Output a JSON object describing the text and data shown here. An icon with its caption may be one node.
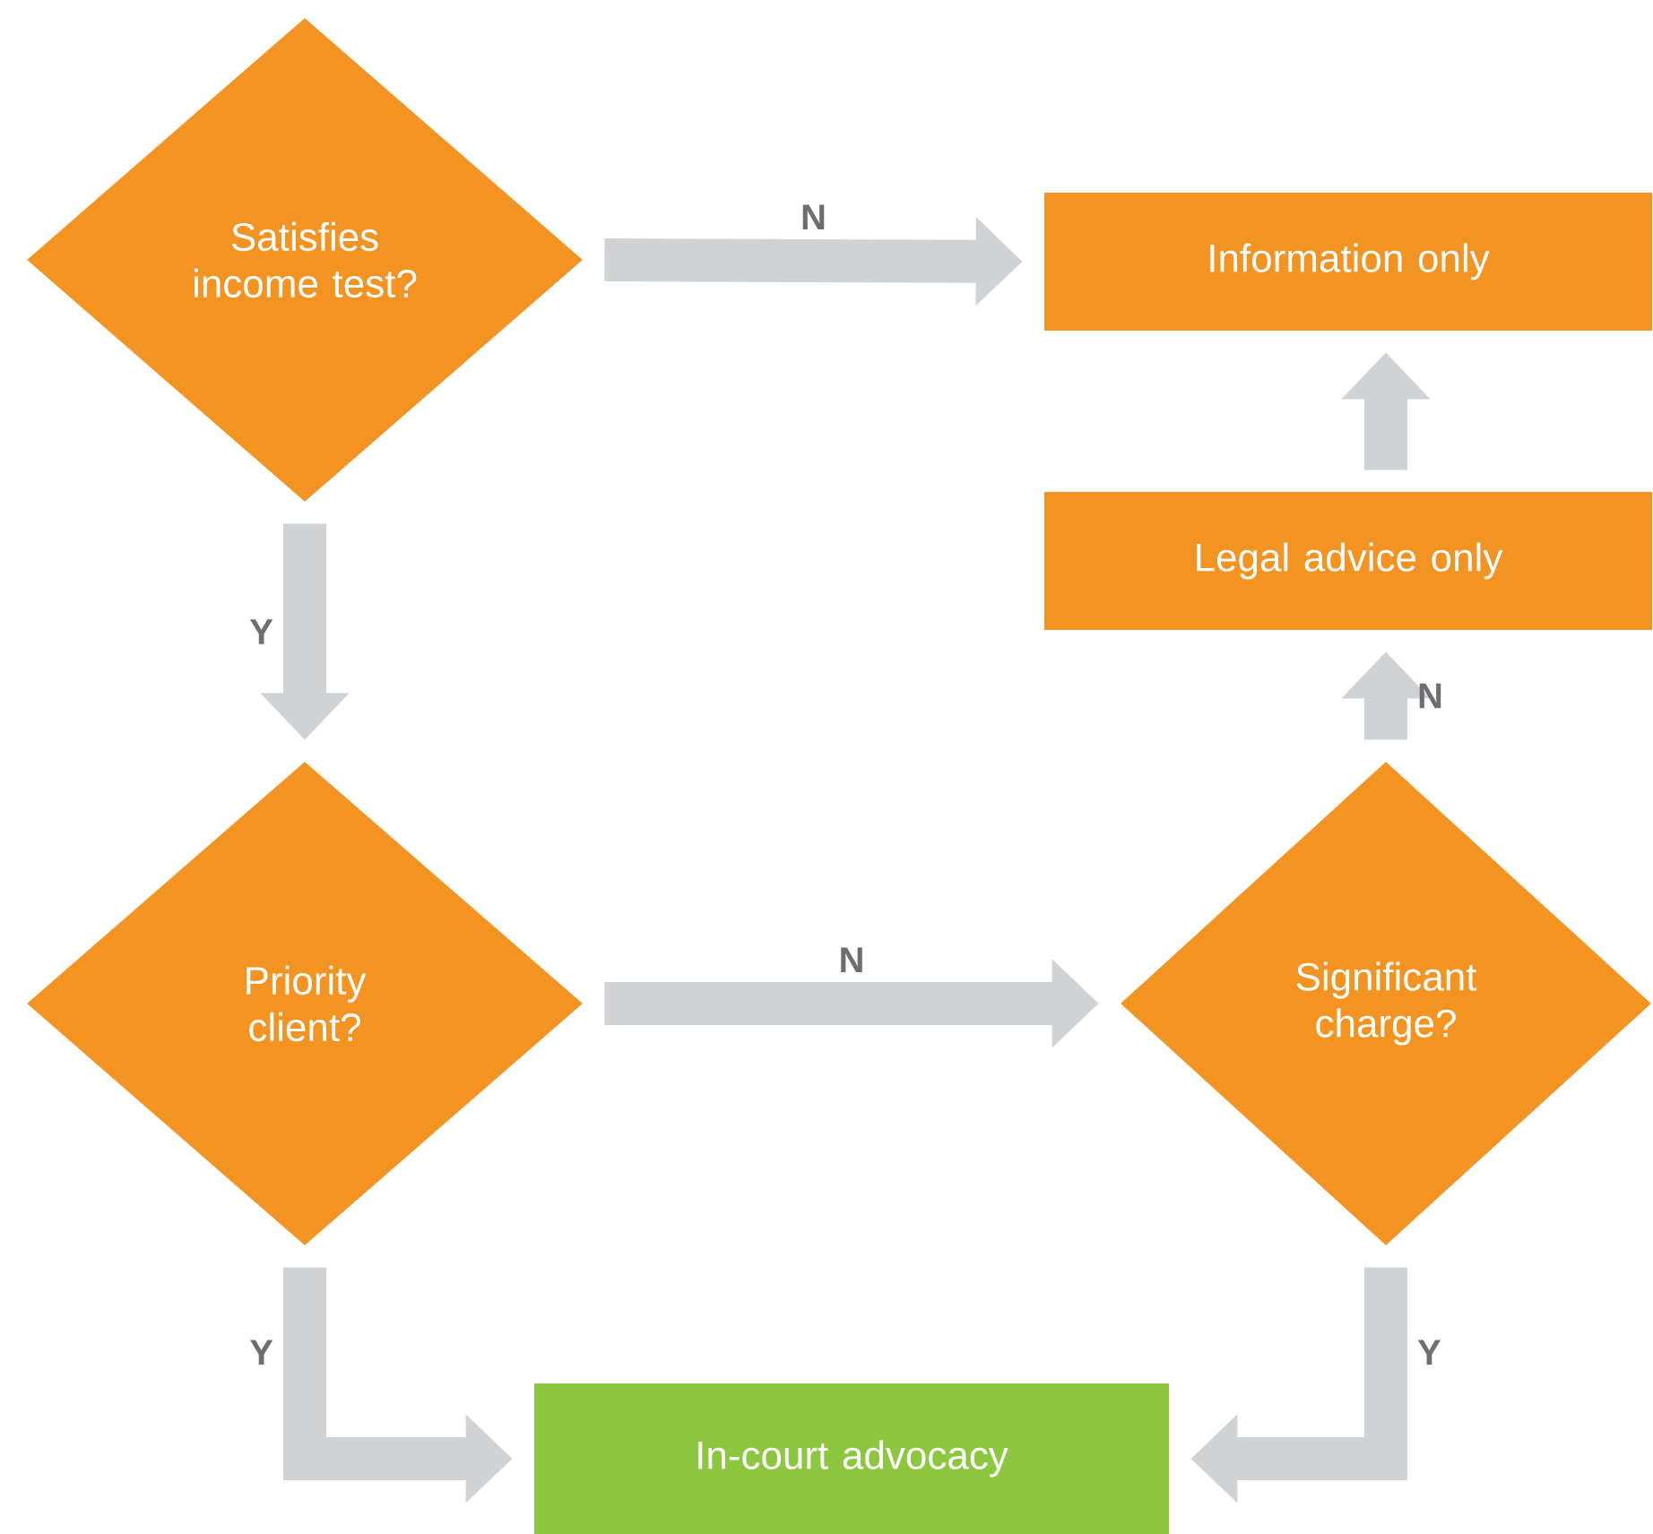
{
  "diagram": {
    "nodes": [
      {
        "text": [
          "Satisfies income test?"
        ]
      },
      {
        "text": [
          "Information only"
        ]
      },
      {
        "text": [
          "Legal advice only"
        ]
      },
      {
        "text": [
          "Priority client?"
        ]
      },
      {
        "text": [
          "Significant charge?"
        ]
      },
      {
        "text": [
          "In-court advocacy"
        ]
      }
    ],
    "edges": [
      {
        "from": 0,
        "to": 1,
        "arrow": "to",
        "label": "N"
      },
      {
        "from": 0,
        "to": 3,
        "arrow": "to",
        "label": "Y"
      },
      {
        "from": 3,
        "to": 4,
        "arrow": "to",
        "label": "N"
      },
      {
        "from": 4,
        "to": 2,
        "arrow": "to",
        "label": "N"
      },
      {
        "from": 2,
        "to": 1,
        "arrow": "to"
      },
      {
        "from": 3,
        "to": 5,
        "arrow": "to",
        "label": "Y"
      },
      {
        "from": 4,
        "to": 5,
        "arrow": "to",
        "label": "Y"
      }
    ]
  }
}
